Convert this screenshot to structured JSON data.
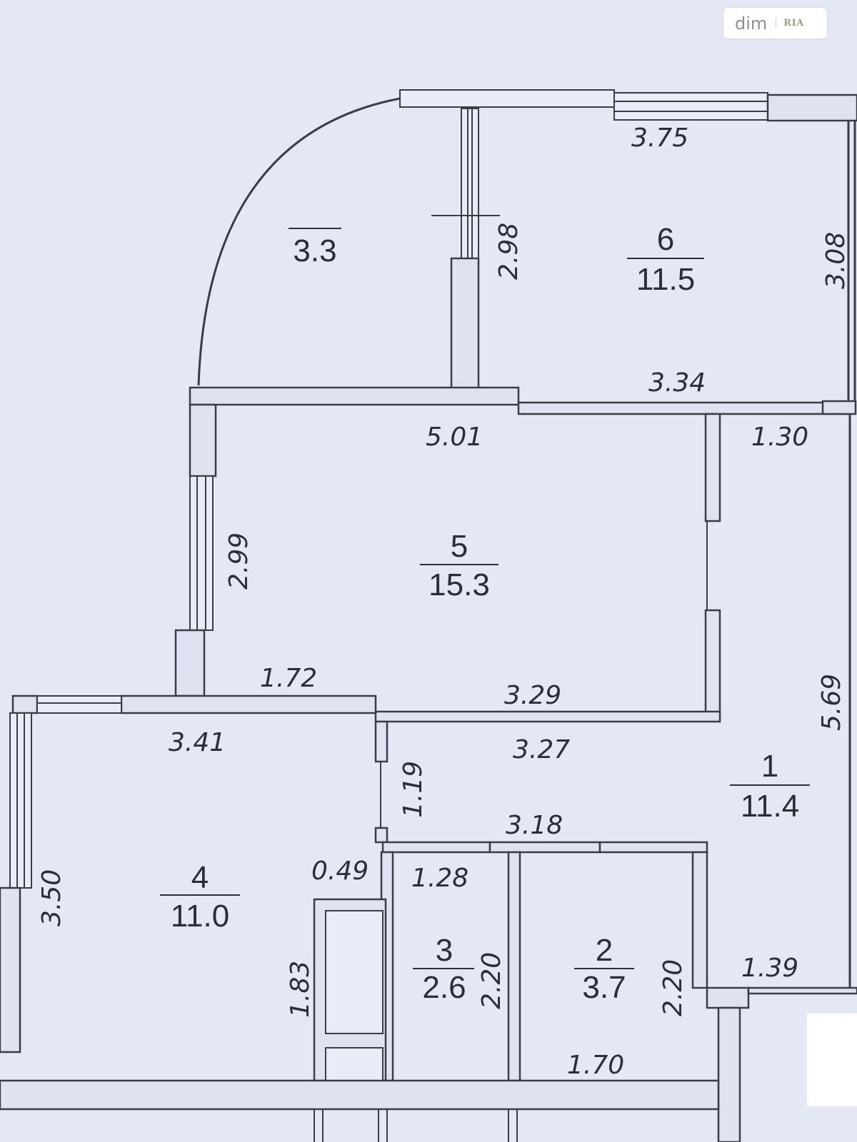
{
  "logo": {
    "text": "dim",
    "mark": "RIA"
  },
  "rooms": [
    {
      "id": "balcony",
      "number": "",
      "area": "3.3"
    },
    {
      "id": "room-6",
      "number": "6",
      "area": "11.5"
    },
    {
      "id": "room-5",
      "number": "5",
      "area": "15.3"
    },
    {
      "id": "room-1",
      "number": "1",
      "area": "11.4"
    },
    {
      "id": "room-4",
      "number": "4",
      "area": "11.0"
    },
    {
      "id": "room-3",
      "number": "3",
      "area": "2.6"
    },
    {
      "id": "room-2",
      "number": "2",
      "area": "3.7"
    }
  ],
  "dimensions": {
    "top_6": "3.75",
    "balcony_side": "2.98",
    "right_6": "3.08",
    "bottom_6": "3.34",
    "top_5": "5.01",
    "top_1": "1.30",
    "left_5": "2.99",
    "bottom_5_left": "1.72",
    "bottom_5_right": "3.29",
    "right_1": "5.69",
    "top_4": "3.41",
    "corridor_top": "3.27",
    "corridor_side": "1.19",
    "corridor_bottom": "3.18",
    "left_4": "3.50",
    "niche": "0.49",
    "top_3": "1.28",
    "right_3": "2.20",
    "right_2": "2.20",
    "entry": "1.39",
    "niche_height": "1.83",
    "bottom_2": "1.70"
  }
}
